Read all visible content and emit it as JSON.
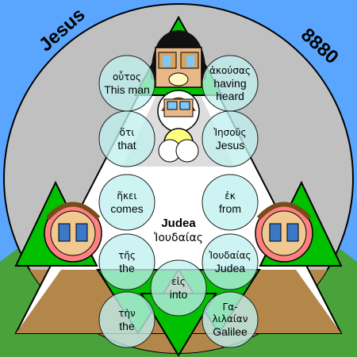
{
  "title": "Jesus",
  "number": "8880",
  "center": {
    "english": "Judea",
    "greek": "Ἰουδαίας"
  },
  "colors": {
    "sky": "#5aa6ff",
    "grass": "#4aa33a",
    "disc": "#c0c0c0",
    "triangle": "#00c000",
    "earth": "#b3874a",
    "circle_fill": "#bfefef",
    "lens": "#a0d8ef"
  },
  "words": [
    {
      "greek": "οὗτος",
      "english": "This man"
    },
    {
      "greek": "ἀκούσας",
      "english": "having heard"
    },
    {
      "greek": "ὅτι",
      "english": "that"
    },
    {
      "greek": "Ἰησοῦς",
      "english": "Jesus"
    },
    {
      "greek": "ἥκει",
      "english": "comes"
    },
    {
      "greek": "ἐκ",
      "english": "from"
    },
    {
      "greek": "τῆς",
      "english": "the"
    },
    {
      "greek": "Ἰουδαίας",
      "english": "Judea"
    },
    {
      "greek": "εἰς",
      "english": "into"
    },
    {
      "greek": "τὴν",
      "english": "the"
    },
    {
      "greek": "Γα-λιλαίαν",
      "english": "Galilee"
    }
  ]
}
